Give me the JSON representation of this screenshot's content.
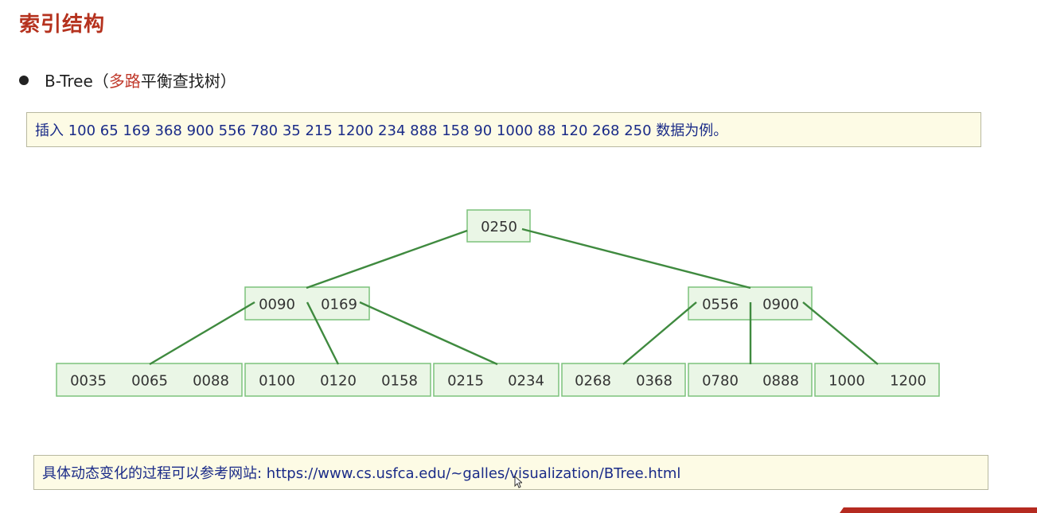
{
  "title": "索引结构",
  "bullet": {
    "prefix": "B-Tree（",
    "highlight": "多路",
    "suffix": "平衡查找树）"
  },
  "insert_note": "插入 100 65 169 368 900 556 780 35 215 1200 234 888 158 90 1000 88 120 268 250 数据为例。",
  "reference_note": "具体动态变化的过程可以参考网站: https://www.cs.usfca.edu/~galles/visualization/BTree.html",
  "colors": {
    "title": "#b5321e",
    "accent": "#c0392b",
    "note_text": "#1a2b88",
    "node_fill": "#eaf6e6",
    "node_border": "#7cc27c",
    "edge": "#3f8a3f"
  },
  "tree": {
    "root": {
      "keys": [
        "0250"
      ]
    },
    "level1": [
      {
        "keys": [
          "0090",
          "0169"
        ]
      },
      {
        "keys": [
          "0556",
          "0900"
        ]
      }
    ],
    "leaves": [
      {
        "keys": [
          "0035",
          "0065",
          "0088"
        ]
      },
      {
        "keys": [
          "0100",
          "0120",
          "0158"
        ]
      },
      {
        "keys": [
          "0215",
          "0234"
        ]
      },
      {
        "keys": [
          "0268",
          "0368"
        ]
      },
      {
        "keys": [
          "0780",
          "0888"
        ]
      },
      {
        "keys": [
          "1000",
          "1200"
        ]
      }
    ]
  }
}
